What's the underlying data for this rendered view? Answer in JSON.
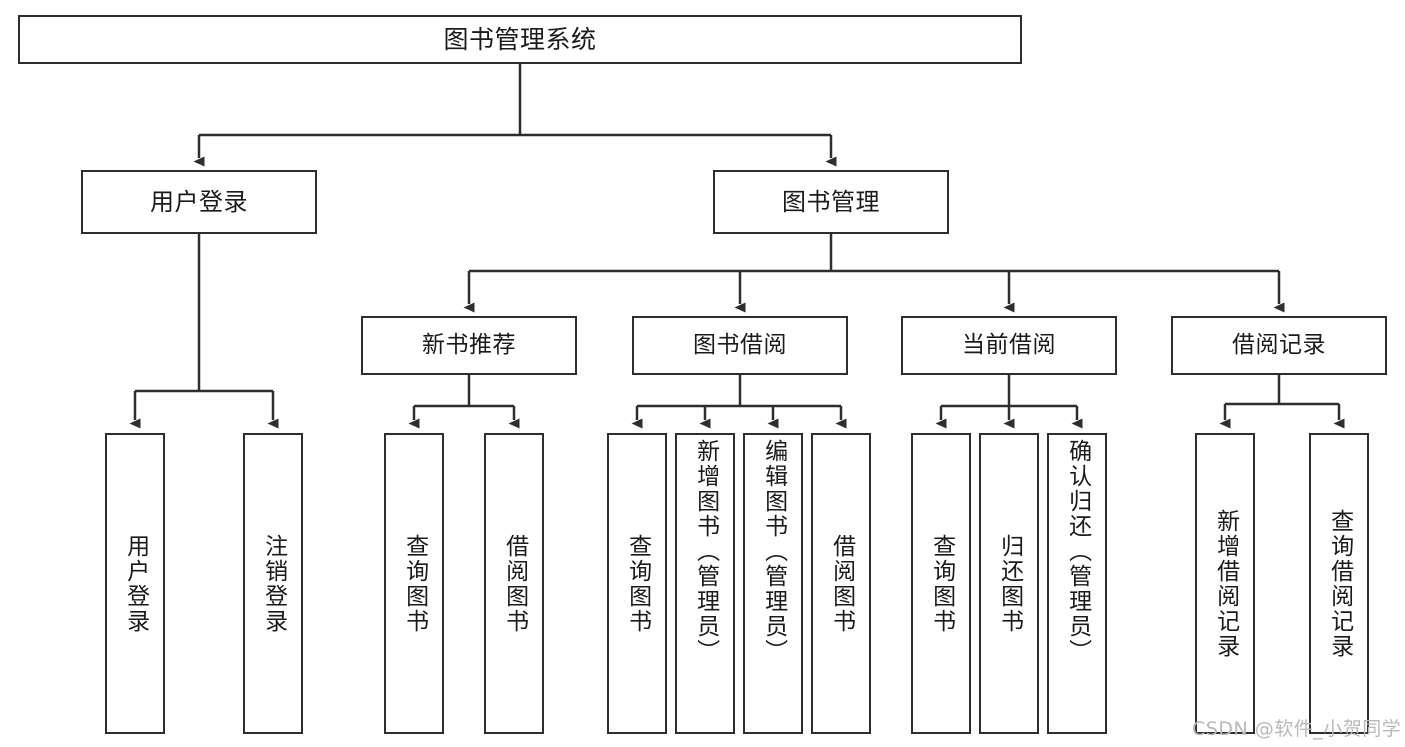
{
  "diagram": {
    "type": "tree",
    "title": "图书管理系统",
    "orientation": "top-down",
    "colors": {
      "box_border": "#2e2e2e",
      "box_fill": "#ffffff",
      "edge": "#2e2e2e",
      "text": "#1b1b1b",
      "watermark": "#b9b9b9"
    }
  },
  "root": {
    "label": "图书管理系统"
  },
  "level2": [
    {
      "label": "用户登录"
    },
    {
      "label": "图书管理"
    }
  ],
  "level3": [
    {
      "label": "新书推荐"
    },
    {
      "label": "图书借阅"
    },
    {
      "label": "当前借阅"
    },
    {
      "label": "借阅记录"
    }
  ],
  "leaves": {
    "user_login": [
      {
        "label": "用户登录"
      },
      {
        "label": "注销登录"
      }
    ],
    "new_book": [
      {
        "label": "查询图书"
      },
      {
        "label": "借阅图书"
      }
    ],
    "book_borrow": [
      {
        "label": "查询图书"
      },
      {
        "label": "新增图书（管理员）"
      },
      {
        "label": "编辑图书（管理员）"
      },
      {
        "label": "借阅图书"
      }
    ],
    "current_borrow": [
      {
        "label": "查询图书"
      },
      {
        "label": "归还图书"
      },
      {
        "label": "确认归还（管理员）"
      }
    ],
    "borrow_record": [
      {
        "label": "新增借阅记录"
      },
      {
        "label": "查询借阅记录"
      }
    ]
  },
  "watermark": {
    "text": "CSDN @软件_小贺同学"
  }
}
